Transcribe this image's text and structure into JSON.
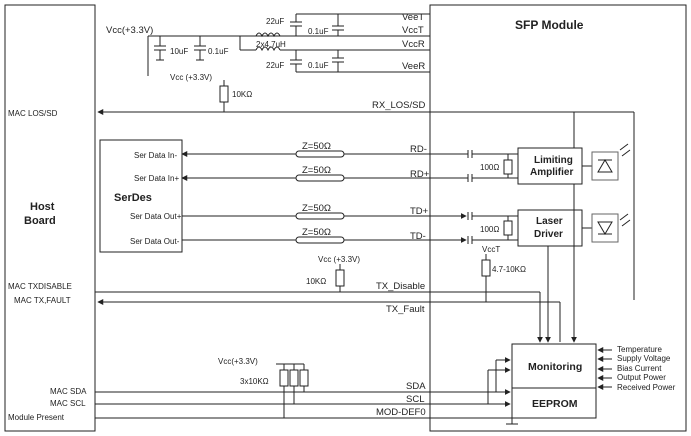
{
  "host_board": {
    "label_line1": "Host",
    "label_line2": "Board"
  },
  "sfp_module": {
    "label": "SFP Module"
  },
  "serdes": {
    "label": "SerDes",
    "pins": [
      "Ser Data In-",
      "Ser Data In+",
      "Ser Data Out+",
      "Ser Data Out-"
    ]
  },
  "host_signals": [
    "MAC LOS/SD",
    "MAC TXDISABLE",
    "MAC TX,FAULT",
    "MAC SDA",
    "MAC SCL",
    "Module Present"
  ],
  "sfp_pins": [
    "VeeT",
    "VccT",
    "VccR",
    "VeeR"
  ],
  "power_filter": {
    "vcc_supply": "Vcc(+3.3V)",
    "cap_22uF_top": "22uF",
    "cap_22uF_bottom": "22uF",
    "cap_0_1uF_top": "0.1uF",
    "cap_0_1uF_bottom": "0.1uF",
    "cap_10uF": "10uF",
    "cap_0_1uF_left": "0.1uF",
    "inductor": "2x4.7uH"
  },
  "los_pullup": {
    "vcc": "Vcc (+3.3V)",
    "resistor": "10KΩ"
  },
  "signals": {
    "rx_los_sd": "RX_LOS/SD",
    "rd_minus": "RD-",
    "rd_plus": "RD+",
    "td_plus": "TD+",
    "td_minus": "TD-",
    "tx_disable": "TX_Disable",
    "tx_fault": "TX_Fault",
    "sda": "SDA",
    "scl": "SCL",
    "mod_def0": "MOD-DEF0"
  },
  "impedance_labels": [
    "Z=50Ω",
    "Z=50Ω",
    "Z=50Ω",
    "Z=50Ω"
  ],
  "termination": {
    "rx": "100Ω",
    "tx": "100Ω"
  },
  "tx_disable_pullup": {
    "vcc": "Vcc (+3.3V)",
    "resistor": "10KΩ"
  },
  "tx_fault_pullup": {
    "vcc": "VccT",
    "resistor": "4.7-10KΩ"
  },
  "i2c_pullups": {
    "vcc": "Vcc(+3.3V)",
    "resistor": "3x10KΩ"
  },
  "blocks": {
    "limiting_amp_line1": "Limiting",
    "limiting_amp_line2": "Amplifier",
    "laser_driver_line1": "Laser",
    "laser_driver_line2": "Driver",
    "monitoring": "Monitoring",
    "eeprom": "EEPROM"
  },
  "monitoring_inputs": [
    "Temperature",
    "Supply Voltage",
    "Bias Current",
    "Output Power",
    "Received Power"
  ]
}
